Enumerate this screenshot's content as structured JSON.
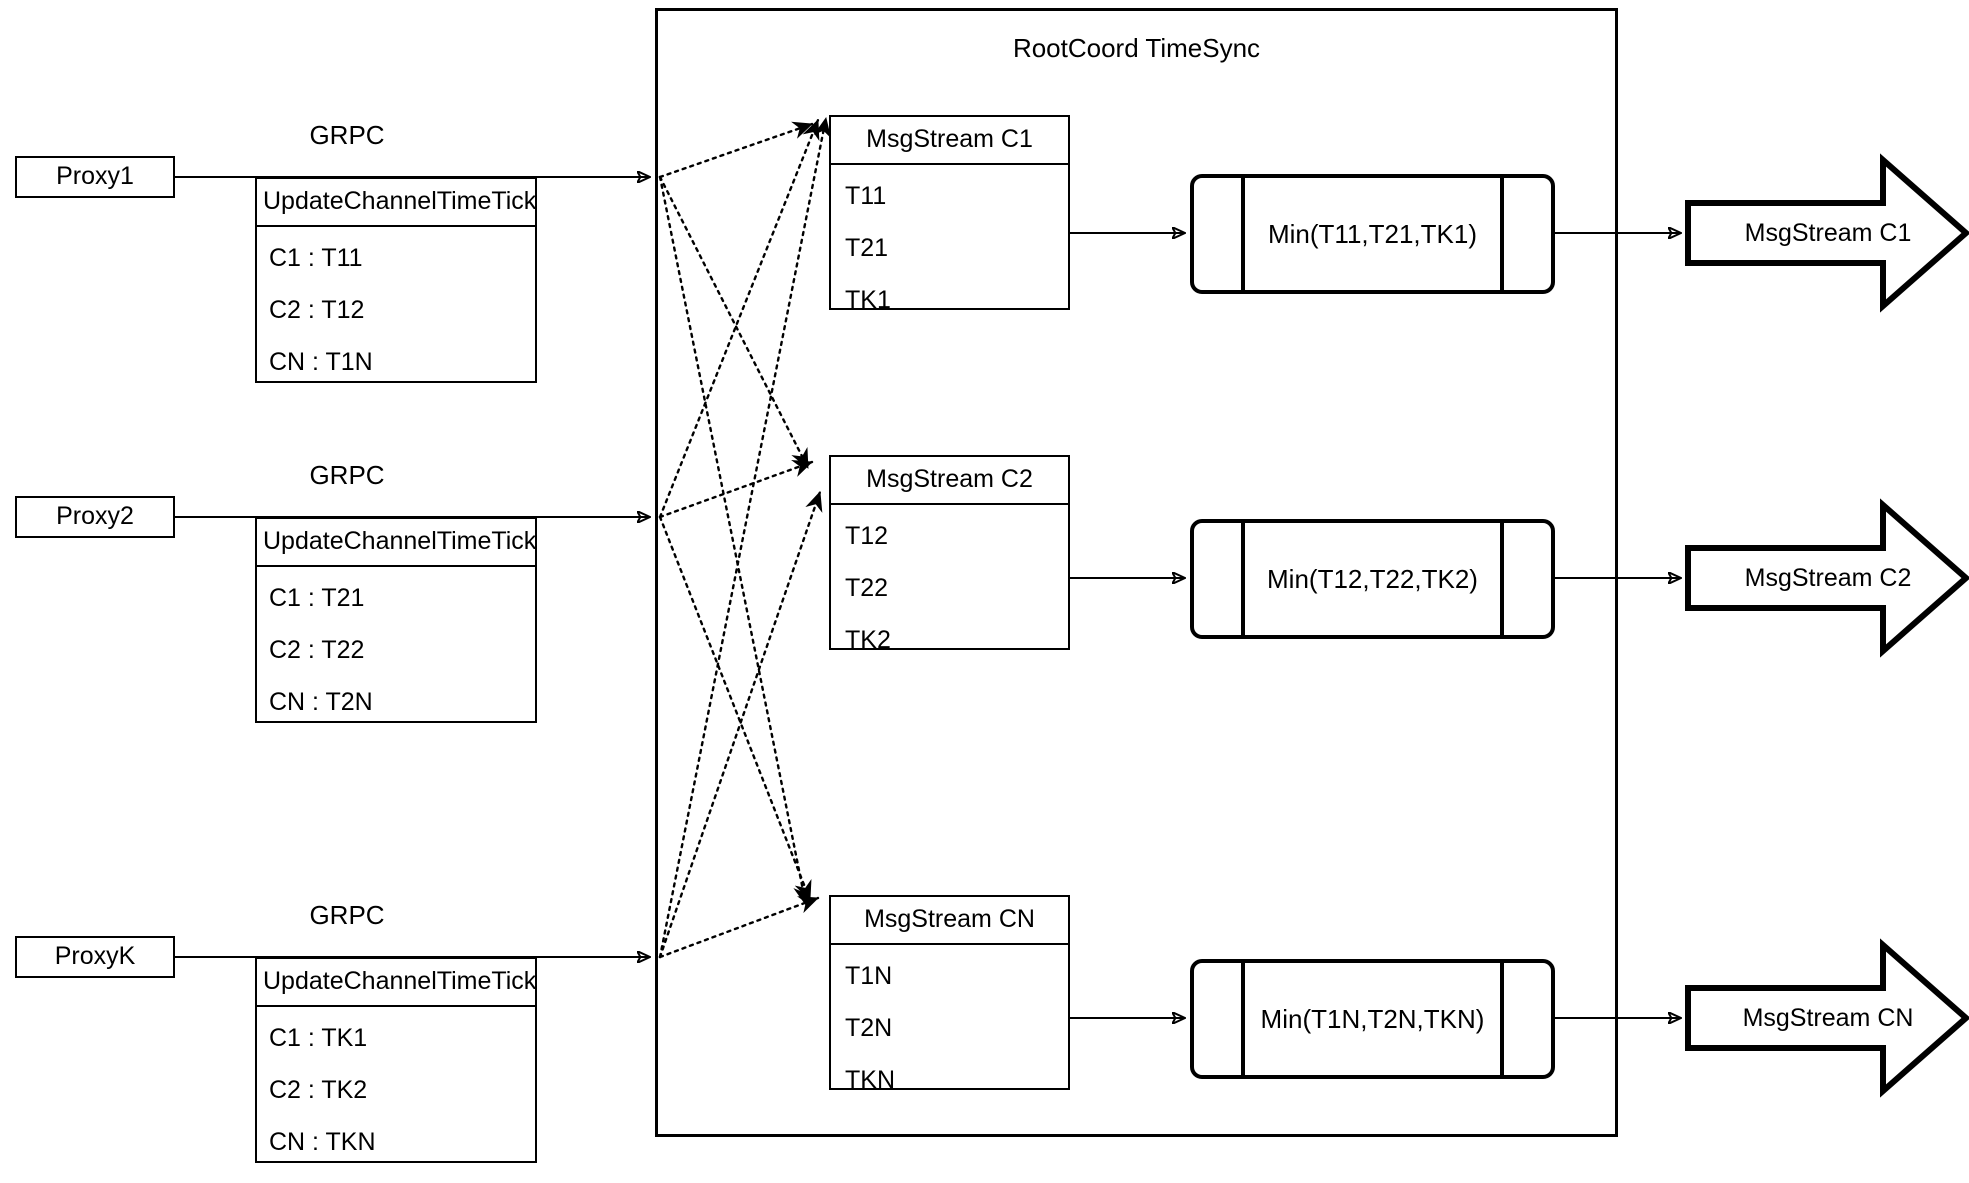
{
  "diagram": {
    "title": "RootCoord TimeSync",
    "connector_label": "GRPC"
  },
  "proxies": [
    {
      "name": "Proxy1",
      "link_label": "GRPC",
      "request": {
        "header": "UpdateChannelTimeTick",
        "rows": [
          "C1 :  T11",
          "C2 :  T12",
          "CN : T1N"
        ]
      }
    },
    {
      "name": "Proxy2",
      "link_label": "GRPC",
      "request": {
        "header": "UpdateChannelTimeTick",
        "rows": [
          "C1 :  T21",
          "C2 :  T22",
          "CN : T2N"
        ]
      }
    },
    {
      "name": "ProxyK",
      "link_label": "GRPC",
      "request": {
        "header": "UpdateChannelTimeTick",
        "rows": [
          "C1 :  TK1",
          "C2 :  TK2",
          "CN : TKN"
        ]
      }
    }
  ],
  "channels": [
    {
      "stream": {
        "header": "MsgStream C1",
        "rows": [
          "T11",
          "T21",
          "TK1"
        ]
      },
      "process": {
        "label": "Min(T11,T21,TK1)"
      },
      "output": {
        "label": "MsgStream C1"
      }
    },
    {
      "stream": {
        "header": "MsgStream C2",
        "rows": [
          "T12",
          "T22",
          "TK2"
        ]
      },
      "process": {
        "label": "Min(T12,T22,TK2)"
      },
      "output": {
        "label": "MsgStream C2"
      }
    },
    {
      "stream": {
        "header": "MsgStream CN",
        "rows": [
          "T1N",
          "T2N",
          "TKN"
        ]
      },
      "process": {
        "label": "Min(T1N,T2N,TKN)"
      },
      "output": {
        "label": "MsgStream CN"
      }
    }
  ],
  "colors": {
    "stroke": "#000000",
    "background": "#ffffff"
  }
}
